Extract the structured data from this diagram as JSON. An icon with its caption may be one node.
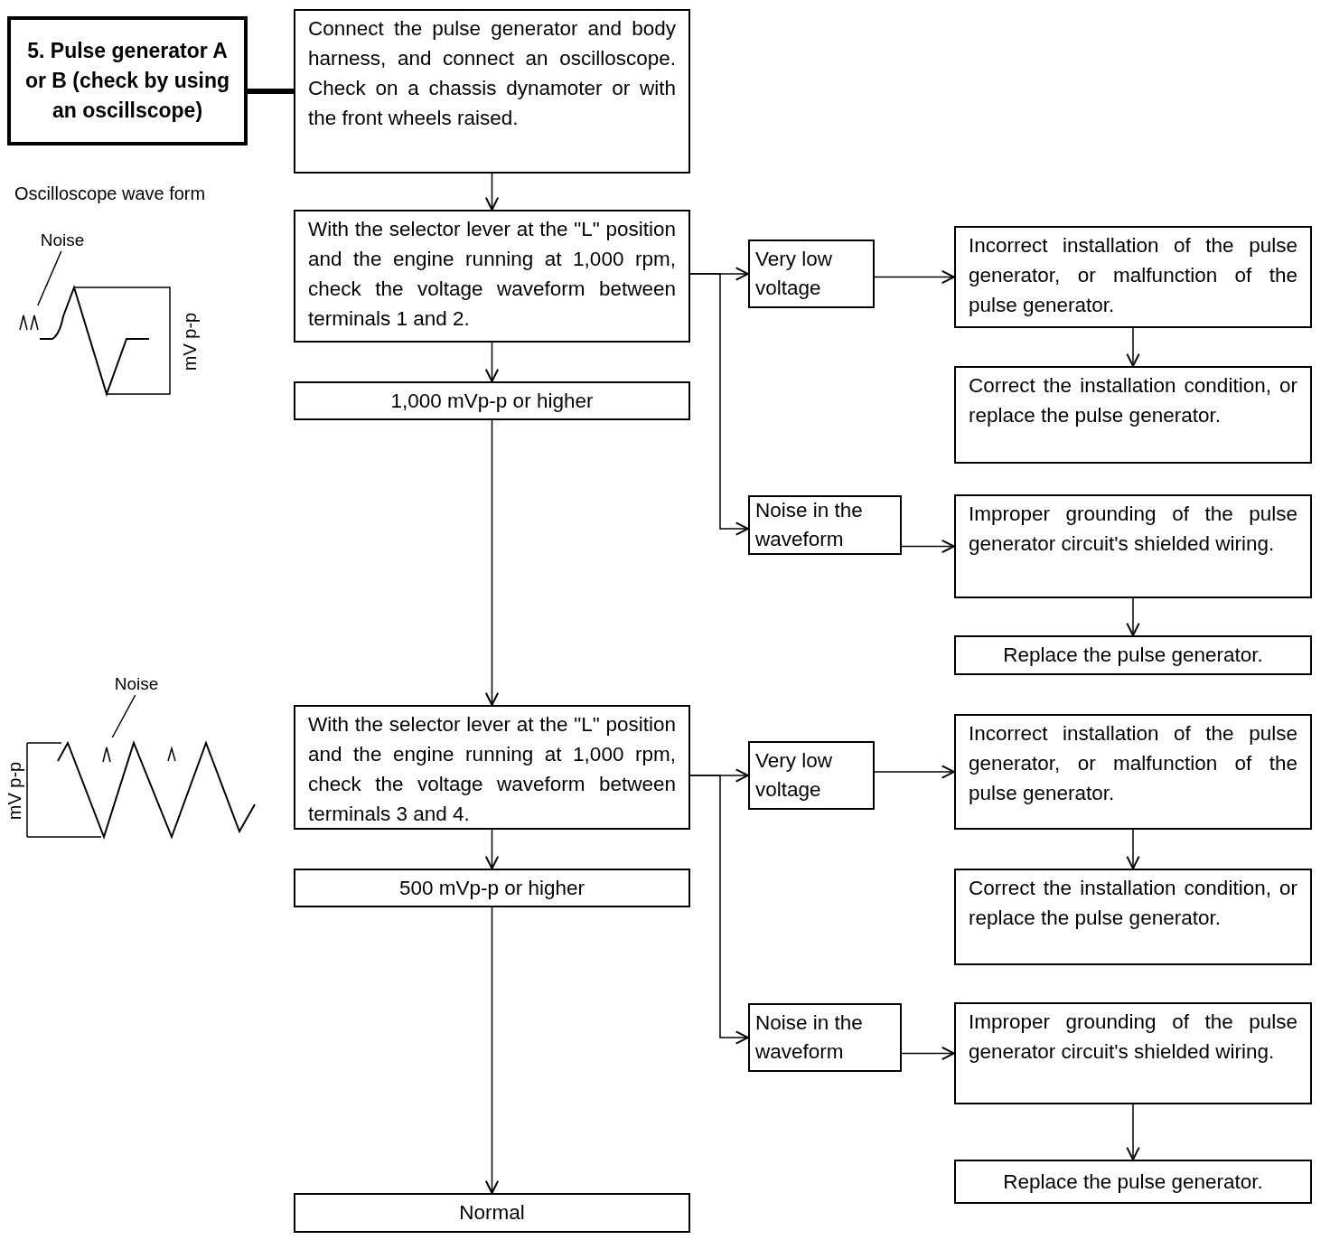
{
  "diagram": {
    "nodes": [
      {
        "text": [
          "5. Pulse generator A or B (check by using an oscillscope)"
        ]
      },
      {
        "text": [
          "Connect the pulse generator and body harness, and connect an oscilloscope. Check on a chassis dynamoter or with the front wheels raised."
        ]
      },
      {
        "text": [
          "With the selector lever at the \"L\" position and the engine running at 1,000 rpm, check the voltage waveform between terminals 1 and 2."
        ]
      },
      {
        "text": [
          "1,000 mVp-p or higher"
        ]
      },
      {
        "text": [
          "Very low voltage"
        ]
      },
      {
        "text": [
          "Incorrect installation of the pulse generator, or malfunction of the pulse generator."
        ]
      },
      {
        "text": [
          "Correct the installation condition, or replace the pulse generator."
        ]
      },
      {
        "text": [
          "Noise in the waveform"
        ]
      },
      {
        "text": [
          "Improper grounding of the pulse generator circuit's shielded wiring."
        ]
      },
      {
        "text": [
          "Replace the pulse generator."
        ]
      },
      {
        "text": [
          "With the selector lever at the \"L\" position and the engine running at 1,000 rpm, check the voltage waveform between terminals 3 and 4."
        ]
      },
      {
        "text": [
          "500 mVp-p or higher"
        ]
      },
      {
        "text": [
          "Very low voltage"
        ]
      },
      {
        "text": [
          "Incorrect installation of the pulse generator, or malfunction of the pulse generator."
        ]
      },
      {
        "text": [
          "Correct the installation condition, or replace the pulse generator."
        ]
      },
      {
        "text": [
          "Noise in the waveform"
        ]
      },
      {
        "text": [
          "Improper grounding of the pulse generator circuit's shielded wiring."
        ]
      },
      {
        "text": [
          "Replace the pulse generator."
        ]
      },
      {
        "text": [
          "Normal"
        ]
      },
      {
        "text": [
          "Noise"
        ]
      },
      {
        "text": [
          "Noise"
        ]
      },
      {
        "text": [],
        "shape": "picture"
      },
      {
        "text": [],
        "shape": "picture"
      }
    ],
    "edges": [
      {
        "from": 0,
        "to": 1,
        "arrow": "none",
        "style": "thick"
      },
      {
        "from": 1,
        "to": 2,
        "arrow": "to"
      },
      {
        "from": 2,
        "to": 3,
        "arrow": "to"
      },
      {
        "from": 2,
        "to": 4,
        "arrow": "to"
      },
      {
        "from": 2,
        "to": 7,
        "arrow": "to"
      },
      {
        "from": 4,
        "to": 5,
        "arrow": "to"
      },
      {
        "from": 5,
        "to": 6,
        "arrow": "to"
      },
      {
        "from": 7,
        "to": 8,
        "arrow": "to"
      },
      {
        "from": 8,
        "to": 9,
        "arrow": "to"
      },
      {
        "from": 3,
        "to": 10,
        "arrow": "to"
      },
      {
        "from": 10,
        "to": 11,
        "arrow": "to"
      },
      {
        "from": 10,
        "to": 12,
        "arrow": "to"
      },
      {
        "from": 10,
        "to": 15,
        "arrow": "to"
      },
      {
        "from": 12,
        "to": 13,
        "arrow": "to"
      },
      {
        "from": 13,
        "to": 14,
        "arrow": "to"
      },
      {
        "from": 15,
        "to": 16,
        "arrow": "to"
      },
      {
        "from": 16,
        "to": 17,
        "arrow": "to"
      },
      {
        "from": 11,
        "to": 18,
        "arrow": "to"
      },
      {
        "from": 19,
        "to": 21,
        "arrow": "none"
      },
      {
        "from": 20,
        "to": 22,
        "arrow": "none"
      }
    ],
    "labels": [
      "Oscilloscope wave form",
      "mV p-p",
      "mV p-p"
    ]
  }
}
